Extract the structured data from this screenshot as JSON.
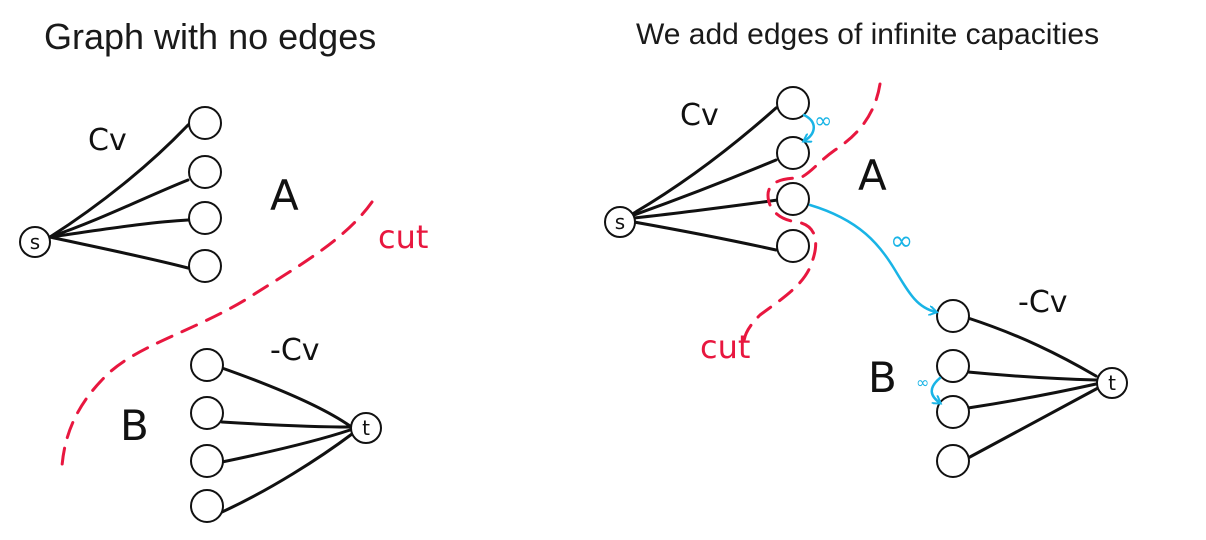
{
  "left_panel": {
    "title": "Graph with no edges",
    "source_label": "s",
    "sink_label": "t",
    "edge_label_top": "Cv",
    "edge_label_bottom": "-Cv",
    "set_a_label": "A",
    "set_b_label": "B",
    "cut_label": "cut"
  },
  "right_panel": {
    "title": "We add edges of infinite capacities",
    "source_label": "s",
    "sink_label": "t",
    "edge_label_top": "Cv",
    "edge_label_bottom": "-Cv",
    "set_a_label": "A",
    "set_b_label": "B",
    "cut_label": "cut",
    "infinity_label": "∞",
    "small_infinity_label": "∞"
  },
  "colors": {
    "ink": "#111111",
    "cut": "#e8173f",
    "infinite_edge": "#19b4e6"
  }
}
